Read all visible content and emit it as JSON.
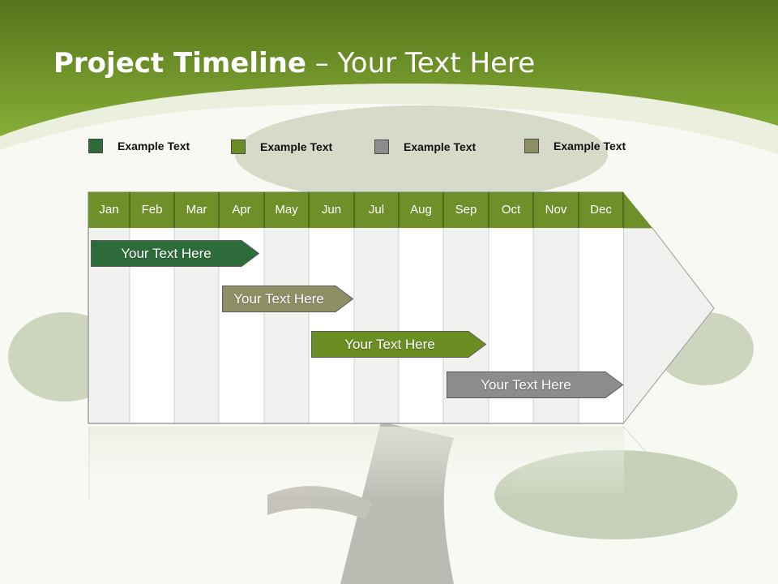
{
  "title": {
    "bold": "Project Timeline",
    "rest": " – Your Text Here"
  },
  "legend": [
    {
      "label": "Example Text",
      "color": "#2e6b3a"
    },
    {
      "label": "Example Text",
      "color": "#6b8e23"
    },
    {
      "label": "Example Text",
      "color": "#8c8c8c"
    },
    {
      "label": "Example Text",
      "color": "#8f8f66"
    }
  ],
  "months": [
    "Jan",
    "Feb",
    "Mar",
    "Apr",
    "May",
    "Jun",
    "Jul",
    "Aug",
    "Sep",
    "Oct",
    "Nov",
    "Dec"
  ],
  "tasks": [
    {
      "label": "Your  Text Here",
      "start_month": "Jan",
      "end_month": "Apr",
      "color": "#2e6b3a"
    },
    {
      "label": "Your  Text Here",
      "start_month": "Apr",
      "end_month": "Jun",
      "color": "#8f8f66"
    },
    {
      "label": "Your  Text Here",
      "start_month": "Jun",
      "end_month": "Sep",
      "color": "#6b8e23"
    },
    {
      "label": "Your  Text Here",
      "start_month": "Sep",
      "end_month": "Dec",
      "color": "#8c8c8c"
    }
  ],
  "colors": {
    "header_green": "#6e8f2a",
    "top_band": "#6a8f25",
    "arrow_fill": "#f0f0ef"
  }
}
